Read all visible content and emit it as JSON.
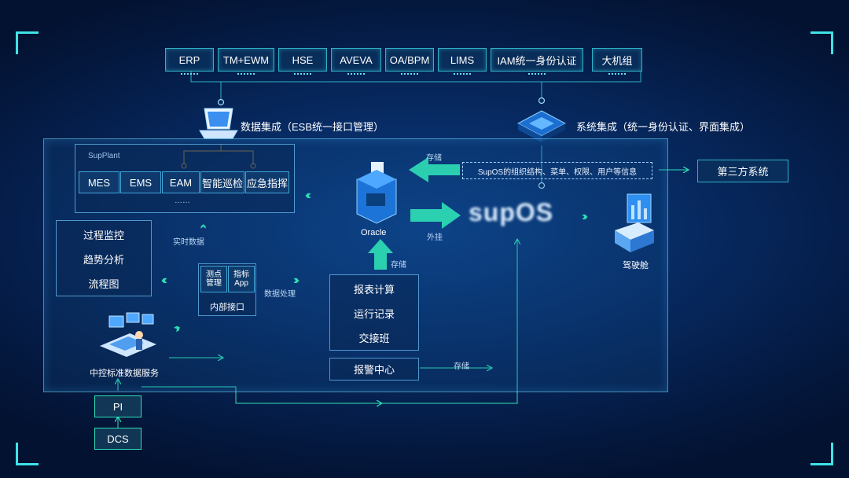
{
  "systems": [
    "ERP",
    "TM+EWM",
    "HSE",
    "AVEVA",
    "OA/BPM",
    "LIMS",
    "IAM统一身份认证",
    "大机组"
  ],
  "integration": {
    "data_label": "数据集成（ESB统一接口管理）",
    "system_label": "系统集成（统一身份认证、界面集成）"
  },
  "supplant": {
    "title": "SupPlant",
    "modules": [
      "MES",
      "EMS",
      "EAM",
      "智能巡检",
      "应急指挥"
    ],
    "more": "……"
  },
  "monitor": {
    "items": [
      "过程监控",
      "趋势分析",
      "流程图"
    ]
  },
  "internal_api": {
    "cells": [
      "测点管理",
      "指标App"
    ],
    "label": "内部接口"
  },
  "oracle": {
    "label": "Oracle"
  },
  "supos": {
    "logo": "supOS",
    "info": "SupOS的组织结构、菜单、权限、用户等信息"
  },
  "third_party": {
    "label": "第三方系统"
  },
  "cockpit": {
    "label": "驾驶舱"
  },
  "report": {
    "items": [
      "报表计算",
      "运行记录",
      "交接班"
    ]
  },
  "alarm": {
    "label": "报警中心"
  },
  "data_service": {
    "label": "中控标准数据服务"
  },
  "sources": {
    "pi": "PI",
    "dcs": "DCS"
  },
  "flow_labels": {
    "store_top": "存储",
    "plugin": "外挂",
    "store_mid": "存储",
    "realtime": "实时数据",
    "processing": "数据处理",
    "store_bottom": "存储"
  },
  "colors": {
    "accent": "#2fe0b6",
    "border": "#3fa5d8",
    "bg": "#04163a"
  }
}
